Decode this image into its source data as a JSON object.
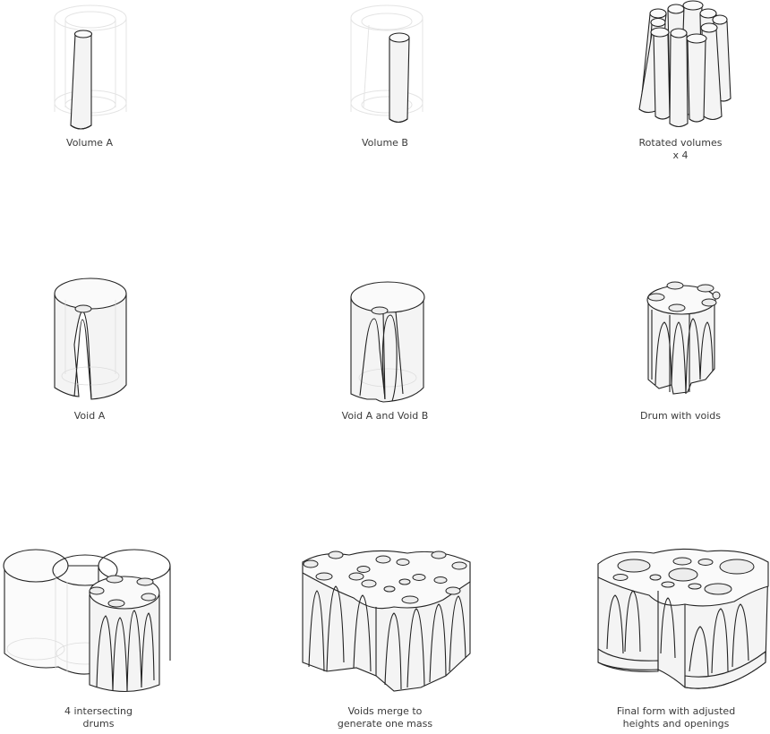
{
  "diagram": {
    "type": "architectural-form-generation-process",
    "layout": "3x3 grid",
    "line_color": "#222222",
    "fill_color": "#f4f4f4",
    "ghost_line_color": "#e4e4e4",
    "background": "#ffffff",
    "steps": [
      {
        "id": "volume-a",
        "row": 1,
        "col": 1,
        "label": "Volume A"
      },
      {
        "id": "volume-b",
        "row": 1,
        "col": 2,
        "label": "Volume B"
      },
      {
        "id": "rotated-volumes",
        "row": 1,
        "col": 3,
        "label": "Rotated volumes\nx 4"
      },
      {
        "id": "void-a",
        "row": 2,
        "col": 1,
        "label": "Void A"
      },
      {
        "id": "void-a-and-b",
        "row": 2,
        "col": 2,
        "label": "Void A and Void B"
      },
      {
        "id": "drum-with-voids",
        "row": 2,
        "col": 3,
        "label": "Drum with voids"
      },
      {
        "id": "intersecting-drums",
        "row": 3,
        "col": 1,
        "label": "4 intersecting\ndrums"
      },
      {
        "id": "voids-merge",
        "row": 3,
        "col": 2,
        "label": "Voids merge to\ngenerate one mass"
      },
      {
        "id": "final-form",
        "row": 3,
        "col": 3,
        "label": "Final form with adjusted\nheights and openings"
      }
    ]
  }
}
